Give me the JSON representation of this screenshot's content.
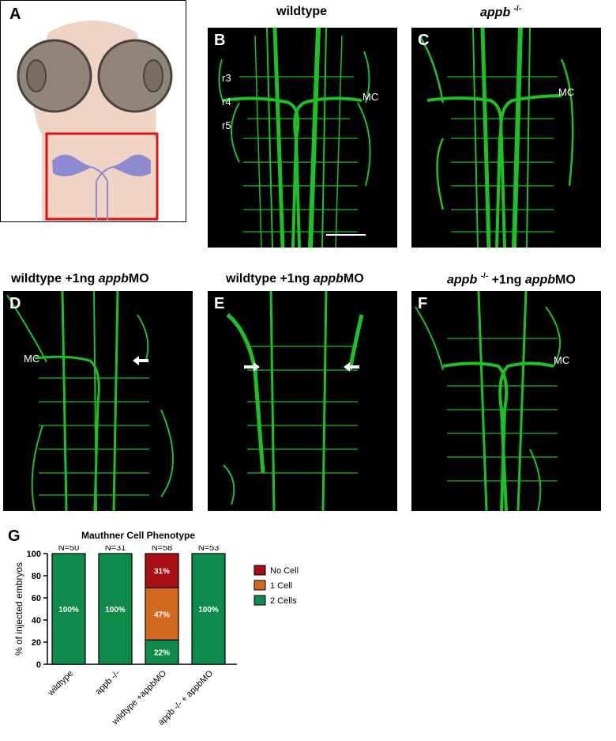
{
  "panels": {
    "A": {
      "letter": "A"
    },
    "B": {
      "letter": "B",
      "title": "wildtype",
      "labels": [
        "r3",
        "r4",
        "r5",
        "MC"
      ]
    },
    "C": {
      "letter": "C",
      "title_italic": "appb",
      "title_sup": "-/-",
      "labels": [
        "MC"
      ]
    },
    "D": {
      "letter": "D",
      "title_pre": "wildtype +1ng ",
      "title_italic": "appb",
      "title_post": "MO",
      "labels": [
        "MC"
      ]
    },
    "E": {
      "letter": "E",
      "title_pre": "wildtype +1ng ",
      "title_italic": "appb",
      "title_post": "MO"
    },
    "F": {
      "letter": "F",
      "title_italic": "appb",
      "title_sup": "-/-",
      "title_post": " +1ng ",
      "title_italic2": "appb",
      "title_post2": "MO",
      "labels": [
        "MC"
      ]
    },
    "G": {
      "letter": "G"
    }
  },
  "chart_data": {
    "type": "bar",
    "stacked": true,
    "title": "Mauthner Cell Phenotype",
    "ylabel": "% of injected embryos",
    "ylim": [
      0,
      100
    ],
    "yticks": [
      "0",
      "20",
      "40",
      "60",
      "80",
      "100"
    ],
    "categories": [
      "wildtype",
      "appb -/-",
      "wildtype +appbMO",
      "appb -/- + appbMO"
    ],
    "n_labels": [
      "N=50",
      "N=31",
      "N=58",
      "N=53"
    ],
    "series": [
      {
        "name": "2 Cells",
        "color": "#0e8a4b",
        "values": [
          100,
          100,
          22,
          100
        ],
        "labels": [
          "100%",
          "100%",
          "22%",
          "100%"
        ]
      },
      {
        "name": "1 Cell",
        "color": "#d2691e",
        "values": [
          0,
          0,
          47,
          0
        ],
        "labels": [
          "",
          "",
          "47%",
          ""
        ]
      },
      {
        "name": "No Cell",
        "color": "#a80f14",
        "values": [
          0,
          0,
          31,
          0
        ],
        "labels": [
          "",
          "",
          "31%",
          ""
        ]
      }
    ],
    "legend": {
      "placement": "right",
      "order": [
        "No Cell",
        "1 Cell",
        "2 Cells"
      ]
    }
  }
}
